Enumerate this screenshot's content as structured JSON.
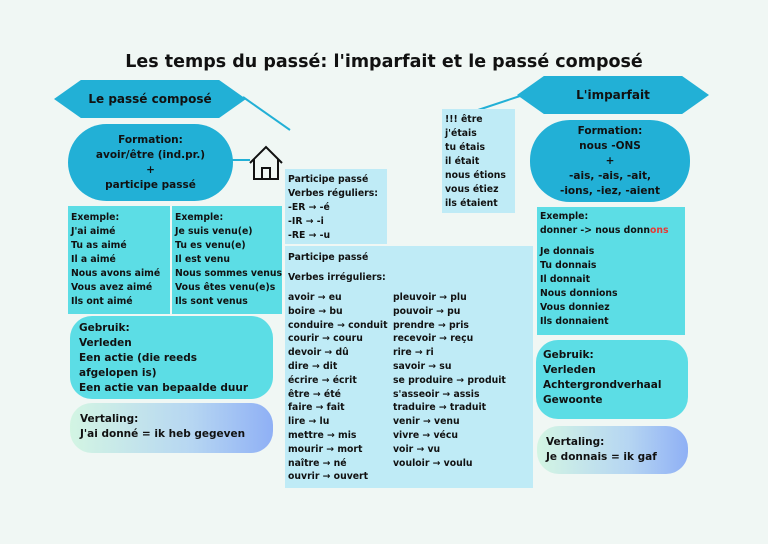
{
  "title": "Les temps du passé: l'imparfait et le passé composé",
  "pc": {
    "header": "Le passé composé",
    "formation": [
      "Formation:",
      "avoir/être (ind.pr.)",
      "+",
      "participe passé"
    ],
    "example_avoir": [
      "Exemple:",
      "J'ai aimé",
      "Tu as aimé",
      "Il a aimé",
      "Nous avons aimé",
      "Vous avez aimé",
      "Ils ont aimé"
    ],
    "example_etre": [
      "Exemple:",
      "Je suis venu(e)",
      "Tu es venu(e)",
      "Il est venu",
      "Nous sommes venus",
      "Vous êtes venu(e)s",
      "Ils sont venus"
    ],
    "gebruik": [
      "Gebruik:",
      "Verleden",
      "Een actie (die reeds",
      "afgelopen is)",
      "Een actie van bepaalde duur"
    ],
    "vertaling": [
      "Vertaling:",
      "J'ai donné = ik heb gegeven"
    ]
  },
  "middle": {
    "etre_list": [
      "!!! être",
      "j'étais",
      "tu étais",
      "il était",
      "nous étions",
      "vous étiez",
      "ils étaient"
    ],
    "regular": [
      "Participe passé",
      "Verbes réguliers:",
      "-ER → -é",
      "-IR → -i",
      "-RE → -u"
    ],
    "irregular_title": [
      "Participe passé",
      "Verbes irréguliers:"
    ],
    "irregular_left": [
      "avoir → eu",
      "boire → bu",
      "conduire → conduit",
      "courir → couru",
      "devoir → dû",
      "dire → dit",
      "écrire → écrit",
      "être → été",
      "faire → fait",
      "lire → lu",
      "mettre → mis",
      "mourir → mort",
      "naître → né",
      "ouvrir → ouvert"
    ],
    "irregular_right": [
      "pleuvoir → plu",
      "pouvoir → pu",
      "prendre → pris",
      "recevoir → reçu",
      "rire → ri",
      "savoir → su",
      "se produire → produit",
      "s'asseoir → assis",
      "traduire → traduit",
      "venir → venu",
      "vivre → vécu",
      "voir → vu",
      "vouloir → voulu"
    ]
  },
  "imp": {
    "header": "L'imparfait",
    "formation": [
      "Formation:",
      "nous -ONS",
      "+",
      "-ais, -ais, -ait,",
      "-ions, -iez, -aient"
    ],
    "example_title": "Exemple:",
    "example_line_prefix": "donner -> nous donn",
    "example_line_highlight": "ons",
    "example_list": [
      "Je donnais",
      "Tu donnais",
      "Il donnait",
      "Nous donnions",
      "Vous donniez",
      "Ils donnaient"
    ],
    "gebruik": [
      "Gebruik:",
      "Verleden",
      "Achtergrondverhaal",
      "Gewoonte"
    ],
    "vertaling": [
      "Vertaling:",
      "Je donnais = ik gaf"
    ]
  },
  "colors": {
    "background": "#f0f7f4",
    "hexagon": "#22b0d6",
    "cyan_box": "#5cdde5",
    "pale_box": "#bfebf6",
    "highlight": "#e53935"
  },
  "icons": [
    "house-icon"
  ]
}
